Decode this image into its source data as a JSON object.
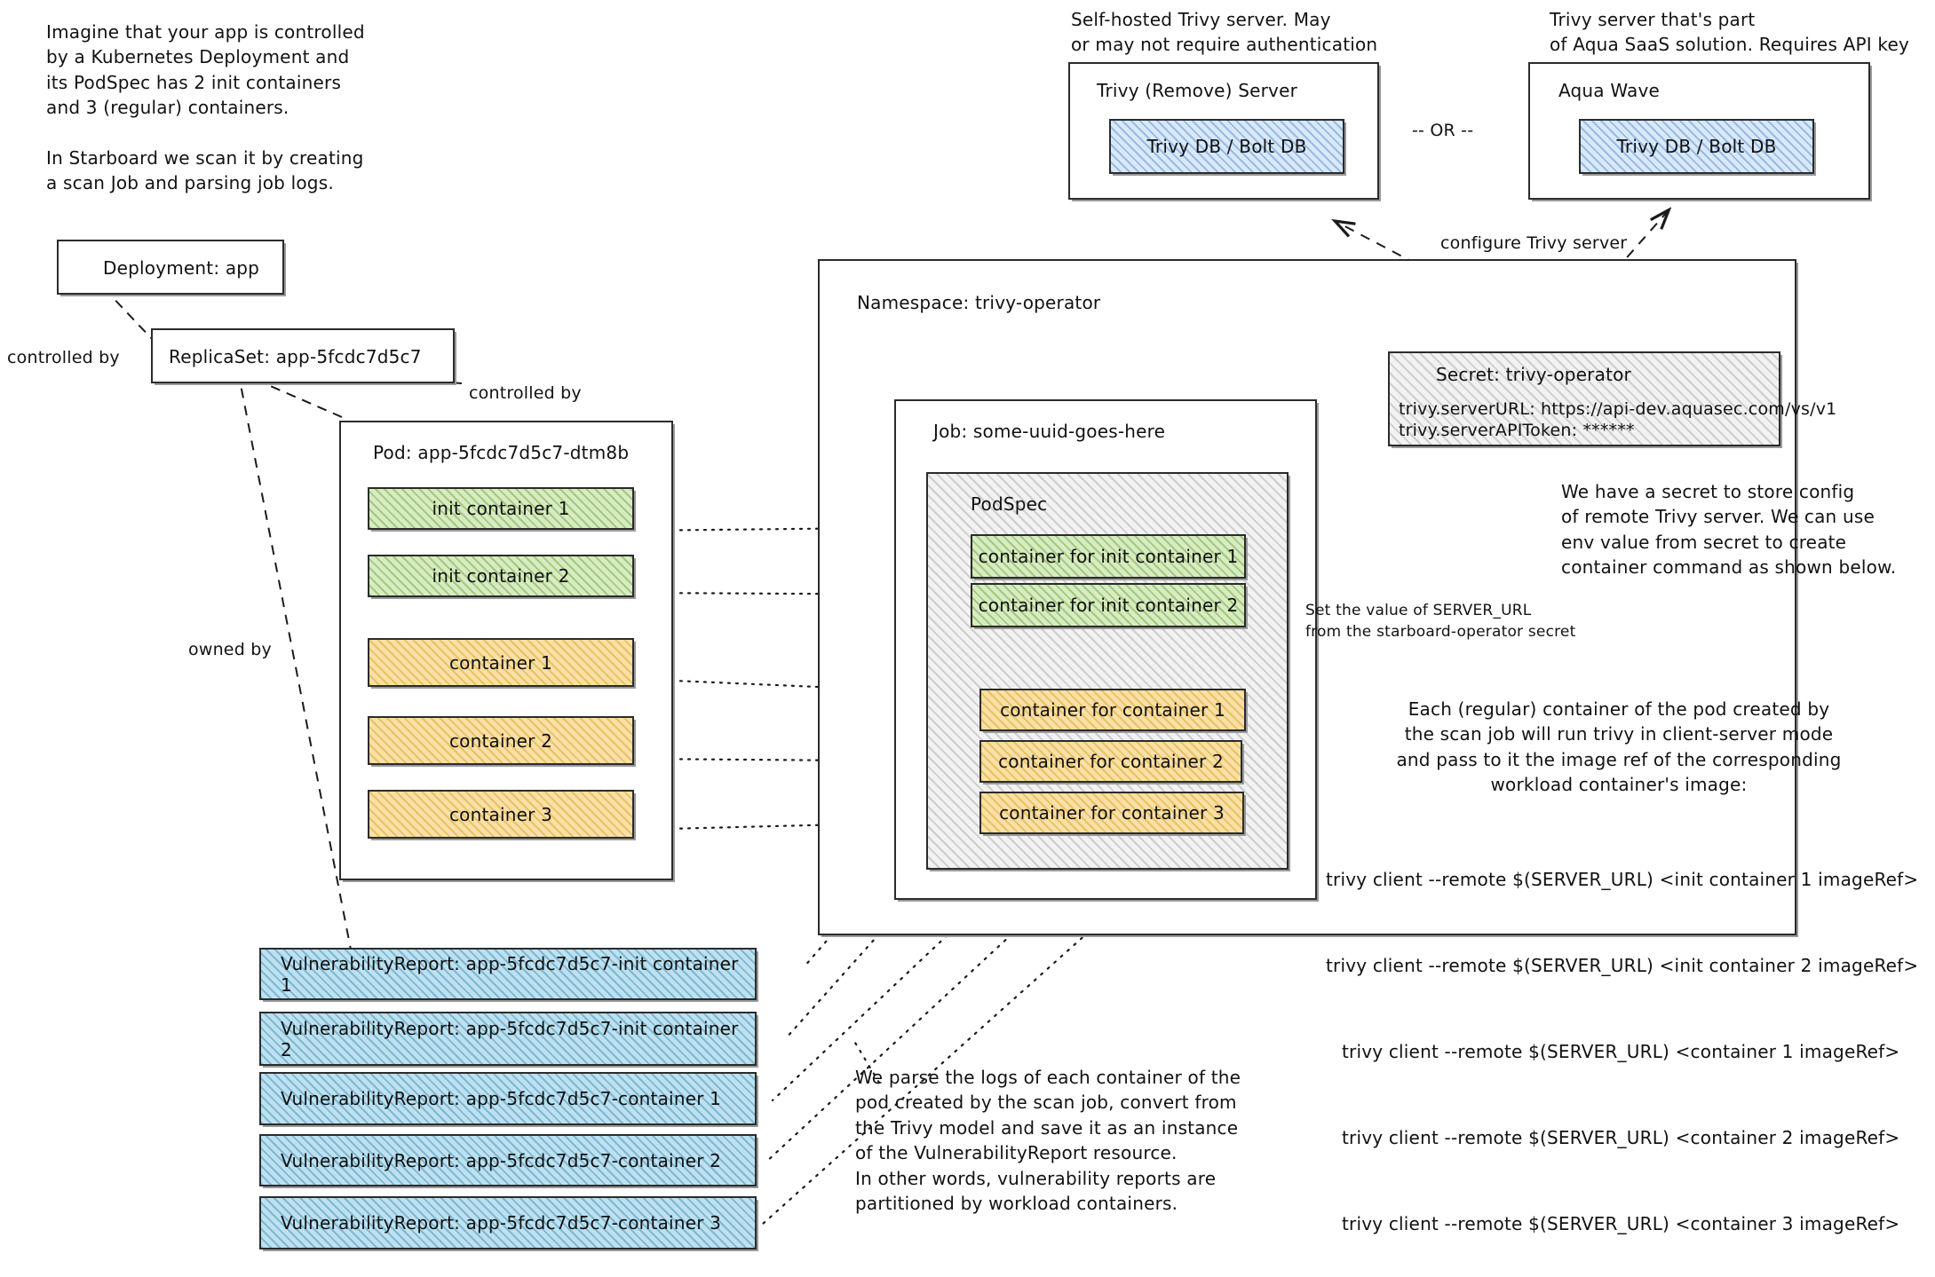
{
  "notes": {
    "intro": "Imagine that your app is controlled\nby a Kubernetes Deployment and\nits PodSpec has 2 init containers\nand 3 (regular) containers.\n\nIn Starboard we scan it by creating\na scan Job and parsing job logs.",
    "selfhosted": "Self-hosted Trivy server. May\nor may not require authentication",
    "saas": "Trivy server that's part\nof Aqua SaaS solution. Requires API key",
    "secret_note": "We have a secret to store config\nof remote Trivy server. We can use\nenv value from secret to create\ncontainer command as shown below.",
    "server_url_note": "Set the value of SERVER_URL\nfrom the starboard-operator secret",
    "each_container_note": "Each (regular) container of the pod created by\nthe scan job will run trivy in client-server mode\nand pass to it the image ref of the corresponding\nworkload container's image:",
    "parse_logs_note": "We parse the logs of each container of the\npod created by the scan job, convert from\nthe Trivy model and save it as an instance\nof the VulnerabilityReport resource.\nIn other words, vulnerability reports are\npartitioned by workload containers."
  },
  "edge_labels": {
    "controlled_by_left": "controlled by",
    "controlled_by_right": "controlled by",
    "owned_by": "owned by",
    "configure_trivy_server": "configure Trivy server",
    "or": "-- OR --"
  },
  "trivy_server": {
    "title": "Trivy (Remove) Server",
    "db_label": "Trivy DB / Bolt DB"
  },
  "aqua_wave": {
    "title": "Aqua Wave",
    "db_label": "Trivy DB / Bolt DB"
  },
  "deployment": {
    "title": "Deployment: app"
  },
  "replicaset": {
    "title": "ReplicaSet: app-5fcdc7d5c7"
  },
  "pod": {
    "title": "Pod: app-5fcdc7d5c7-dtm8b",
    "containers": [
      {
        "label": "init container 1",
        "kind": "init"
      },
      {
        "label": "init container 2",
        "kind": "init"
      },
      {
        "label": "container 1",
        "kind": "regular"
      },
      {
        "label": "container 2",
        "kind": "regular"
      },
      {
        "label": "container 3",
        "kind": "regular"
      }
    ]
  },
  "namespace": {
    "title": "Namespace: trivy-operator"
  },
  "job": {
    "title": "Job: some-uuid-goes-here",
    "podspec_title": "PodSpec",
    "containers": [
      {
        "label": "container for init container 1",
        "kind": "init"
      },
      {
        "label": "container for init container 2",
        "kind": "init"
      },
      {
        "label": "container for container 1",
        "kind": "regular"
      },
      {
        "label": "container for container 2",
        "kind": "regular"
      },
      {
        "label": "container for container 3",
        "kind": "regular"
      }
    ]
  },
  "secret": {
    "title": "Secret: trivy-operator",
    "line1": "trivy.serverURL: https://api-dev.aquasec.com/vs/v1",
    "line2": "trivy.serverAPIToken: ******"
  },
  "commands": [
    "trivy client --remote $(SERVER_URL) <init container 1 imageRef>",
    "trivy client --remote $(SERVER_URL) <init container 2 imageRef>",
    "trivy client --remote $(SERVER_URL) <container 1 imageRef>",
    "trivy client --remote $(SERVER_URL) <container 2 imageRef>",
    "trivy client --remote $(SERVER_URL) <container 3 imageRef>"
  ],
  "vulnerability_reports": [
    "VulnerabilityReport: app-5fcdc7d5c7-init container 1",
    "VulnerabilityReport: app-5fcdc7d5c7-init container 2",
    "VulnerabilityReport: app-5fcdc7d5c7-container 1",
    "VulnerabilityReport: app-5fcdc7d5c7-container 2",
    "VulnerabilityReport: app-5fcdc7d5c7-container 3"
  ],
  "colors": {
    "init_container": "#d8ecc3",
    "regular_container": "#f8e0a8",
    "vulnerability_report": "#bfe1ef",
    "db": "#d9e9f8",
    "secret": "#f2f2f2"
  }
}
